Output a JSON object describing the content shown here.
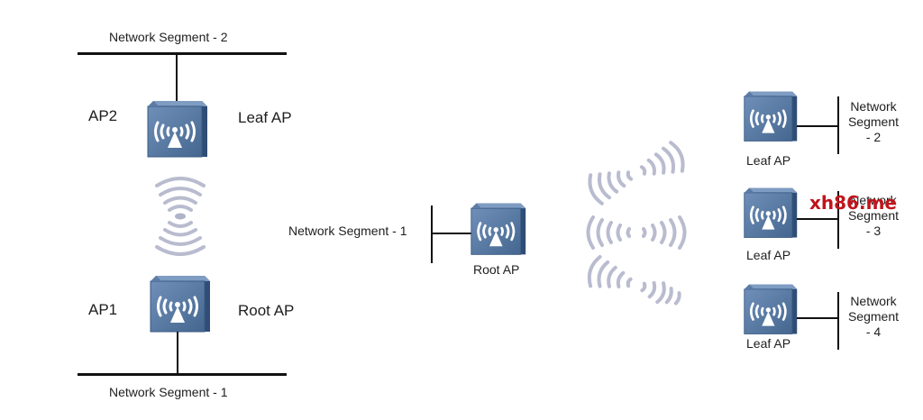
{
  "left_diagram": {
    "top_segment": "Network Segment - 2",
    "bottom_segment": "Network Segment - 1",
    "top_ap": {
      "name": "AP2",
      "role": "Leaf AP",
      "icon": "wireless-ap-icon"
    },
    "bottom_ap": {
      "name": "AP1",
      "role": "Root  AP",
      "icon": "wireless-ap-icon"
    },
    "link_icon": "wireless-signal-icon"
  },
  "right_diagram": {
    "root_segment": "Network Segment - 1",
    "root_ap": {
      "role": "Root AP",
      "icon": "wireless-ap-icon"
    },
    "leaf_aps": [
      {
        "role": "Leaf AP",
        "segment_lines": [
          "Network",
          "Segment",
          "- 2"
        ]
      },
      {
        "role": "Leaf AP",
        "segment_lines": [
          "Network",
          "Segment",
          "- 3"
        ]
      },
      {
        "role": "Leaf AP",
        "segment_lines": [
          "Network",
          "Segment",
          "- 4"
        ]
      }
    ],
    "link_icon": "wireless-signal-icon"
  },
  "watermark": "xh86.me",
  "colors": {
    "ap_front": "#4a6c98",
    "ap_side": "#2f4d75",
    "wave": "#b9bccf",
    "line": "#111111",
    "watermark": "#c0141c"
  }
}
